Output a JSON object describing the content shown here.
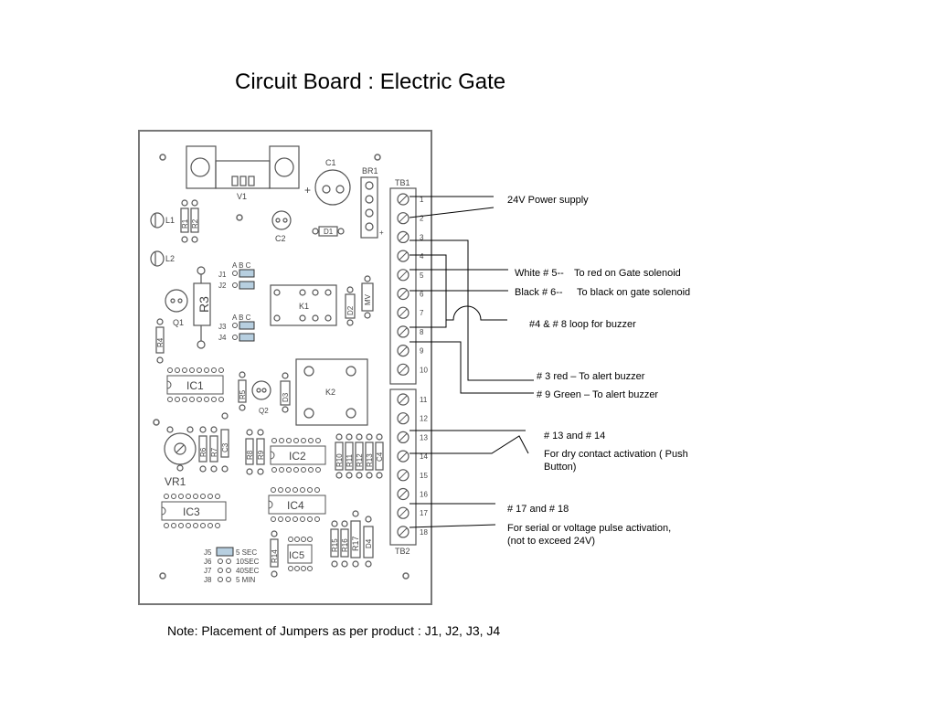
{
  "title": "Circuit Board : Electric Gate",
  "note": "Note: Placement of Jumpers as per product : J1, J2, J3, J4",
  "annotations": {
    "a1": "24V Power supply",
    "a2a": "White # 5--",
    "a2b": "To red on Gate solenoid",
    "a3a": "Black # 6--",
    "a3b": "To black on gate solenoid",
    "a4": "#4 & # 8 loop for buzzer",
    "a5": "# 3 red – To alert buzzer",
    "a6": "# 9 Green – To alert buzzer",
    "a7": "# 13 and # 14",
    "a8": "For dry contact activation ( Push Button)",
    "a9": "# 17 and # 18",
    "a10": "For serial or voltage pulse activation, (not to exceed 24V)"
  },
  "board": {
    "labels": {
      "V1": "V1",
      "C1": "C1",
      "C2": "C2",
      "BR1": "BR1",
      "D1": "D1",
      "plus": "+",
      "L1": "L1",
      "L2": "L2",
      "R1": "R1",
      "R2": "R2",
      "R3": "R3",
      "R4": "R4",
      "Q1": "Q1",
      "Q2": "Q2",
      "K1": "K1",
      "K2": "K2",
      "D2": "D2",
      "MV": "MV",
      "IC1": "IC1",
      "IC2": "IC2",
      "IC3": "IC3",
      "IC4": "IC4",
      "IC5": "IC5",
      "R5": "R5",
      "D3": "D3",
      "R6": "R6",
      "R7": "R7",
      "C3": "C3",
      "R8": "R8",
      "R9": "R9",
      "R10": "R10",
      "R11": "R11",
      "R12": "R12",
      "R13": "R13",
      "C4": "C4",
      "R14": "R14",
      "R15": "R15",
      "R16": "R16",
      "R17": "R17",
      "D4": "D4",
      "VR1": "VR1",
      "TB1": "TB1",
      "TB2": "TB2",
      "J1": "J1",
      "J2": "J2",
      "J3": "J3",
      "J4": "J4",
      "J5": "J5",
      "J6": "J6",
      "J7": "J7",
      "J8": "J8",
      "ABC1": "A B C",
      "ABC2": "A B C",
      "t5s": "5 SEC",
      "t10s": "10SEC",
      "t40s": "40SEC",
      "t5m": "5 MIN"
    },
    "tb1_terminals": [
      "1",
      "2",
      "3",
      "4",
      "5",
      "6",
      "7",
      "8",
      "9",
      "10"
    ],
    "tb2_terminals": [
      "11",
      "12",
      "13",
      "14",
      "15",
      "16",
      "17",
      "18"
    ]
  }
}
